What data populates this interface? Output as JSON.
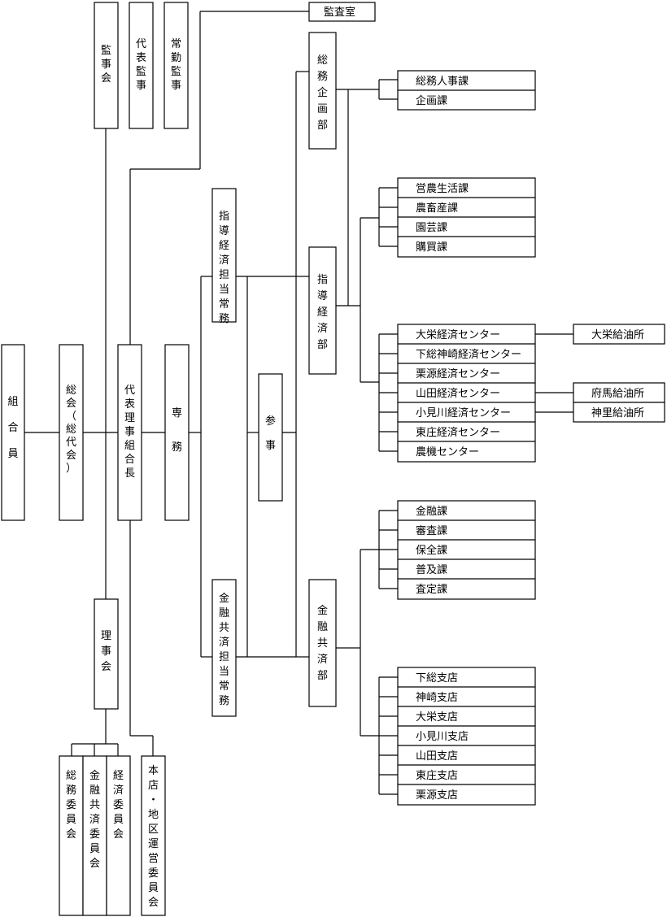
{
  "top": {
    "auditors_board": "監事会",
    "representative_auditor": "代表監事",
    "fulltime_auditor": "常勤監事",
    "audit_office": "監査室"
  },
  "left": {
    "members": "組合員",
    "general_assembly": "総会（総代会）",
    "president": "代表理事組合長",
    "senior_md": "専務",
    "board": "理事会",
    "committees": [
      "総務委員会",
      "金融共済委員会",
      "経済委員会"
    ],
    "branch_committee": "本店・地区運営委員会"
  },
  "middle": {
    "guidance_md": "指導経済担当常務",
    "finance_md": "金融共済担当常務",
    "counselor": "参事"
  },
  "departments": {
    "general_affairs": "総務企画部",
    "guidance": "指導経済部",
    "finance": "金融共済部"
  },
  "sections": {
    "general_affairs": [
      "総務人事課",
      "企画課"
    ],
    "guidance_a": [
      "営農生活課",
      "農畜産課",
      "園芸課",
      "購買課"
    ],
    "guidance_b": [
      "大栄経済センター",
      "下総神崎経済センター",
      "栗源経済センター",
      "山田経済センター",
      "小見川経済センター",
      "東庄経済センター",
      "農機センター"
    ],
    "finance_a": [
      "金融課",
      "審査課",
      "保全課",
      "普及課",
      "査定課"
    ],
    "finance_b": [
      "下総支店",
      "神崎支店",
      "大栄支店",
      "小見川支店",
      "山田支店",
      "東庄支店",
      "栗源支店"
    ]
  },
  "gas_stations": {
    "taiei": "大栄給油所",
    "fuma": "府馬給油所",
    "konosato": "神里給油所"
  }
}
